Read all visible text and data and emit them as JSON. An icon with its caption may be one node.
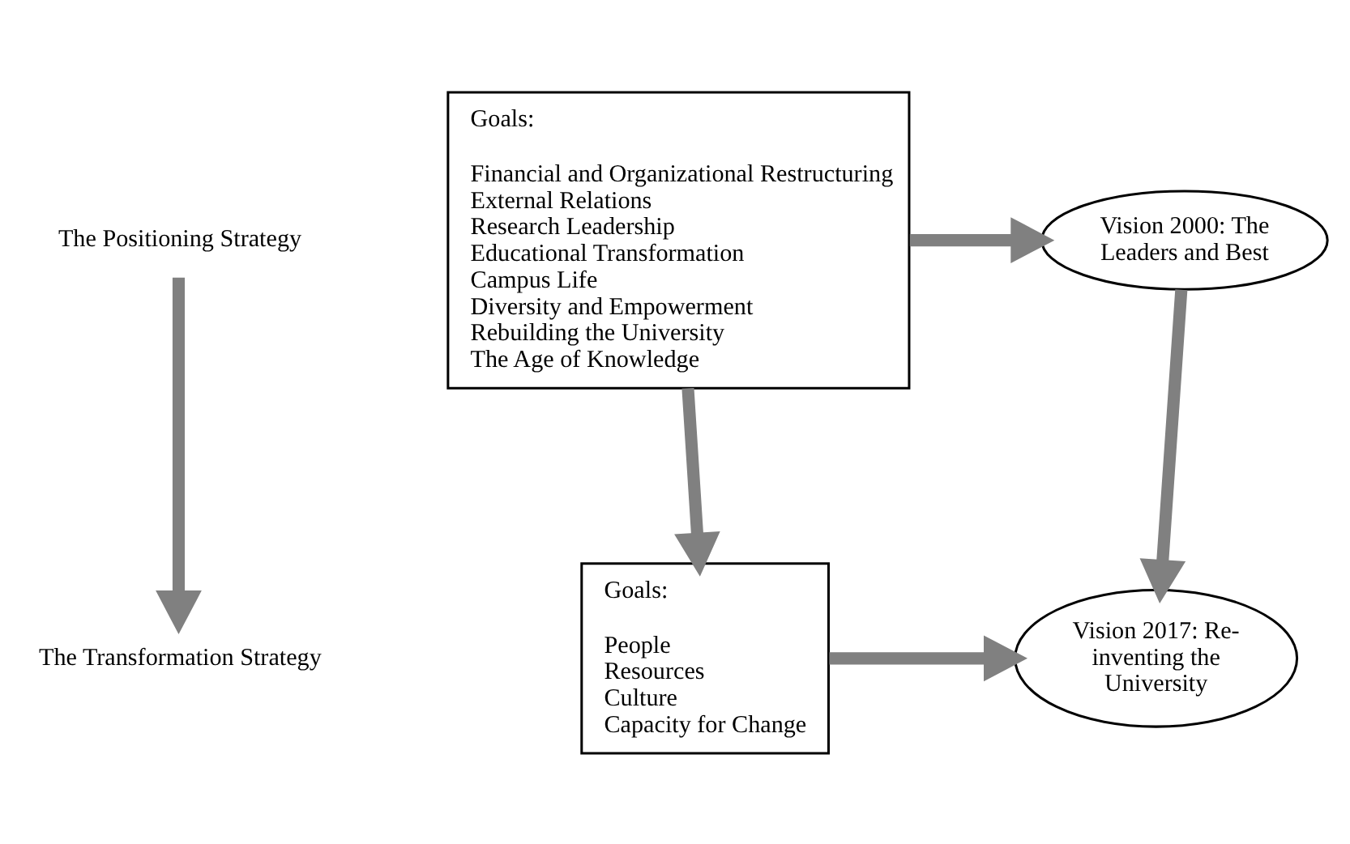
{
  "diagram": {
    "nodes": [
      {
        "text": [
          "The Positioning Strategy"
        ]
      },
      {
        "text": [
          "The Transformation Strategy"
        ]
      },
      {
        "text": [
          "Goals:",
          "Financial and Organizational Restructuring",
          "External Relations",
          "Research Leadership",
          "Educational Transformation",
          "Campus Life",
          "Diversity and Empowerment",
          "Rebuilding the University",
          "The Age of Knowledge"
        ]
      },
      {
        "text": [
          "Vision 2000: The Leaders and Best"
        ]
      },
      {
        "text": [
          "Goals:",
          "People",
          "Resources",
          "Culture",
          "Capacity for Change"
        ]
      },
      {
        "text": [
          "Vision 2017: Re-inventing the University"
        ]
      }
    ],
    "edges": [
      {
        "from": 0,
        "to": 1,
        "arrow": "to"
      },
      {
        "from": 2,
        "to": 3,
        "arrow": "to"
      },
      {
        "from": 2,
        "to": 4,
        "arrow": "to"
      },
      {
        "from": 3,
        "to": 5,
        "arrow": "to"
      },
      {
        "from": 4,
        "to": 5,
        "arrow": "to"
      }
    ]
  }
}
